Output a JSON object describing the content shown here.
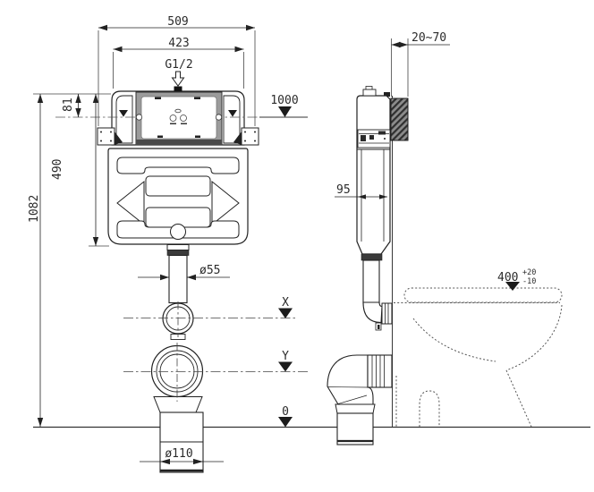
{
  "drawing": {
    "title": "concealed-cistern-installation-drawing",
    "colors": {
      "background": "#ffffff",
      "line": "#222222",
      "hatch_dark": "#2f2f2f",
      "panel_frame": "#9b9b9b"
    },
    "front_view": {
      "width_top": "509",
      "width_inner": "423",
      "inlet_thread": "G1/2",
      "level_1000": "1000",
      "bracket_offset": "81",
      "tank_height": "490",
      "total_height": "1082",
      "flush_pipe_diameter": "ø55",
      "outlet_diameter": "ø110",
      "level_x": "X",
      "level_y": "Y",
      "level_zero": "0"
    },
    "side_view": {
      "wall_distance": "20~70",
      "tank_depth": "95",
      "bowl_height": "400",
      "bowl_height_tol_plus": "+20",
      "bowl_height_tol_minus": "-10"
    },
    "icons": {
      "inlet_arrow": "hollow-down-arrow",
      "level_marker": "filled-triangle-down",
      "panel_symbols": "dual-flush-buttons"
    }
  }
}
